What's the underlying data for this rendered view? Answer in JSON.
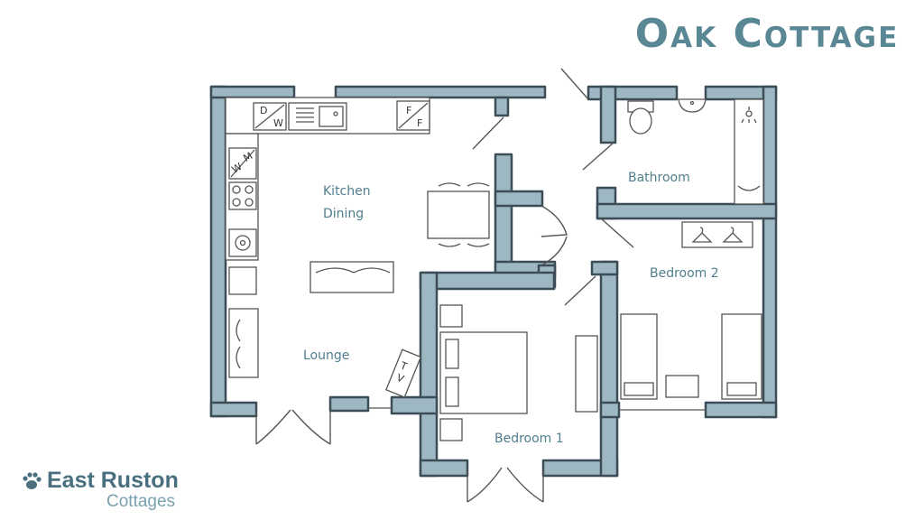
{
  "title": "Oak Cottage",
  "rooms": {
    "kitchen_line1": "Kitchen",
    "kitchen_line2": "Dining",
    "lounge": "Lounge",
    "bathroom": "Bathroom",
    "bedroom1": "Bedroom 1",
    "bedroom2": "Bedroom 2"
  },
  "appliances": {
    "dishwasher_top": "D",
    "dishwasher_bottom": "W",
    "fridge_top": "F",
    "fridge_bottom": "F",
    "washer_top": "W",
    "washer_bottom": "M",
    "tv_1": "T",
    "tv_2": "V"
  },
  "logo": {
    "name": "East Ruston",
    "sub": "Cottages"
  },
  "colors": {
    "wall_fill": "#9db8c3",
    "wall_outline": "#3d4d56",
    "title": "#5a8794",
    "label": "#4f7f8d"
  }
}
